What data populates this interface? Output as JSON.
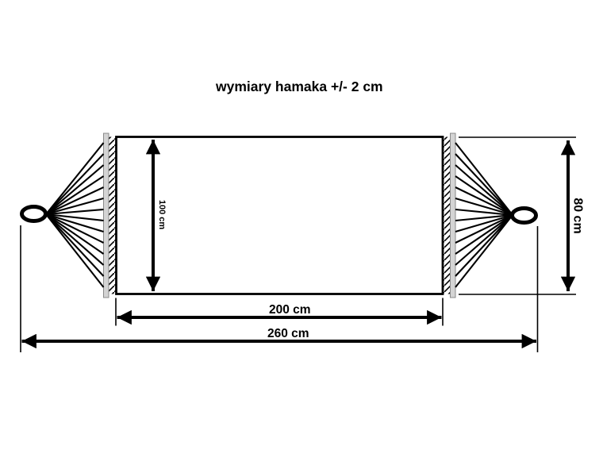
{
  "title": "wymiary hamaka +/- 2 cm",
  "dimension_labels": {
    "fabric_width": "100 cm",
    "fabric_length": "200 cm",
    "total_length": "260 cm",
    "spreader_span": "80 cm"
  },
  "colors": {
    "ink": "#000000",
    "background": "#ffffff",
    "spreader_bar_fill": "#d4d4d4",
    "spreader_bar_outline": "#8a8a8a"
  }
}
